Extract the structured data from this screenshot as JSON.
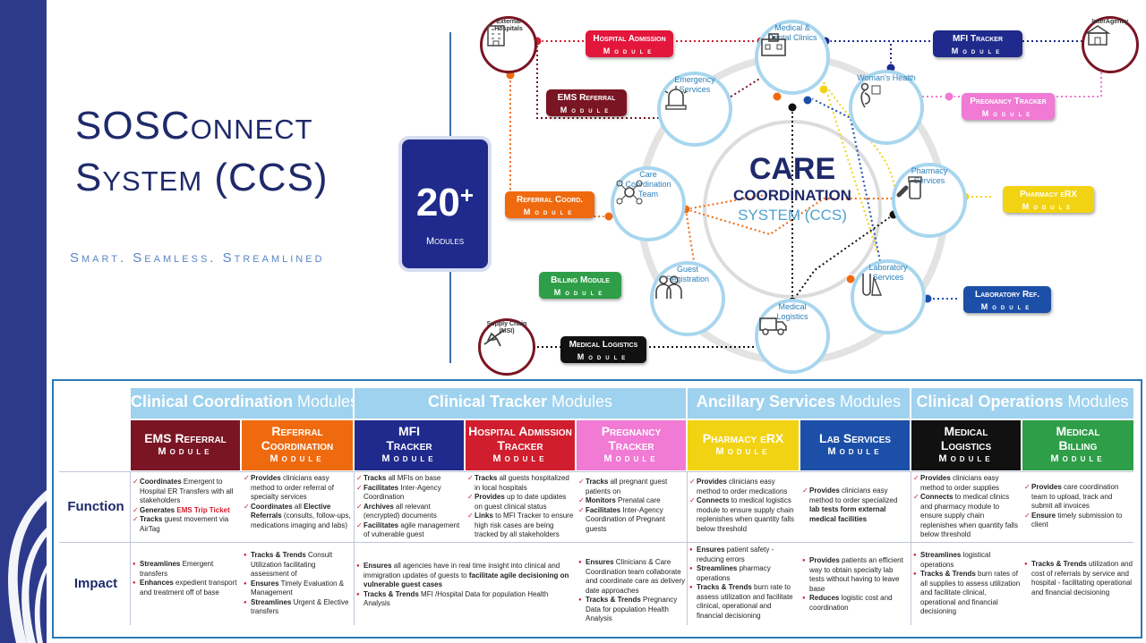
{
  "title": {
    "line1": "SOSConnect",
    "line2": "System (CCS)"
  },
  "tagline": "Smart. Seamless. Streamlined",
  "badge": {
    "number": "20",
    "plus": "+",
    "label": "Modules"
  },
  "hub": {
    "line1": "CARE",
    "line2": "COORDINATION",
    "line3": "SYSTEM (CCS)"
  },
  "nodes": {
    "medical_dental": "Medical & Dental Clinics",
    "womens_health": "Woman's Health",
    "pharmacy": "Pharmacy Services",
    "laboratory": "Laboratory Services",
    "medical_logistics": "Medical Logistics",
    "guest_registration": "Guest Registration",
    "care_team": "Care Coordination Team",
    "emergency": "Emergency Services"
  },
  "external": {
    "hospitals": "External Hospitals",
    "interagency": "InterAgency",
    "supply_chain": "Supply Chain (MSI)"
  },
  "tags": {
    "hospital_admission": {
      "name": "Hospital Admission",
      "sub": "Module"
    },
    "mfi_tracker": {
      "name": "MFI Tracker",
      "sub": "Module"
    },
    "ems_referral": {
      "name": "EMS Referral",
      "sub": "Module"
    },
    "pregnancy_tracker": {
      "name": "Pregnancy Tracker",
      "sub": "Module"
    },
    "referral_coord": {
      "name": "Referral Coord.",
      "sub": "Module"
    },
    "pharmacy_erx": {
      "name": "Pharmacy eRX",
      "sub": "Module"
    },
    "billing": {
      "name": "Billing Module",
      "sub": "Module"
    },
    "laboratory_ref": {
      "name": "Laboratory Ref.",
      "sub": "Module"
    },
    "medical_logistics": {
      "name": "Medical Logistics",
      "sub": "Module"
    }
  },
  "colors": {
    "navy": "#1f2a8c",
    "dark_red": "#7a1523",
    "red": "#e3163b",
    "orange": "#ef6a0f",
    "pink": "#f07ad4",
    "yellow": "#f2d314",
    "blue": "#1c4fa8",
    "green": "#2e9e48",
    "black": "#111111",
    "light_blue": "#9fd2ee"
  },
  "table": {
    "groups": [
      {
        "bold": "Clinical Coordination",
        "rest": " Modules"
      },
      {
        "bold": "Clinical Tracker",
        "rest": " Modules"
      },
      {
        "bold": "Ancillary Services",
        "rest": " Modules"
      },
      {
        "bold": "Clinical Operations",
        "rest": " Modules"
      }
    ],
    "modules": [
      {
        "name": "EMS Referral",
        "sub": "Module"
      },
      {
        "name": "Referral Coordination",
        "sub": "Module"
      },
      {
        "name": "MFI Tracker",
        "sub": "Module"
      },
      {
        "name": "Hospital Admission Tracker",
        "sub": "Module"
      },
      {
        "name": "Pregnancy Tracker",
        "sub": "Module"
      },
      {
        "name": "Pharmacy eRX",
        "sub": "Module"
      },
      {
        "name": "Lab Services",
        "sub": "Module"
      },
      {
        "name": "Medical Logistics",
        "sub": "Module"
      },
      {
        "name": "Medical Billing",
        "sub": "Module"
      }
    ],
    "row_labels": {
      "function": "Function",
      "impact": "Impact"
    },
    "function": {
      "ems": [
        {
          "b": "Coordinates",
          "t": " Emergent to Hospital ER Transfers with all stakeholders"
        },
        {
          "b": "Generates ",
          "r": "EMS Trip Ticket",
          "t": ""
        },
        {
          "b": "Tracks",
          "t": " guest movement via AirTag"
        }
      ],
      "referral": [
        {
          "b": "Provides",
          "t": " clinicians easy method to order referral of specialty services"
        },
        {
          "b": "Coordinates",
          "t": " all ",
          "b2": "Elective Referrals",
          "t2": " (consults, follow-ups, medications imaging and labs)"
        }
      ],
      "mfi": [
        {
          "b": "Tracks",
          "t": " all MFIs on base"
        },
        {
          "b": "Facilitates",
          "t": " Inter-Agency Coordination"
        },
        {
          "b": "Archives",
          "t": " all relevant (encrypted) documents"
        },
        {
          "b": "Facilitates",
          "t": " agile management of vulnerable guest"
        }
      ],
      "hospital": [
        {
          "b": "Tracks",
          "t": " all guests hospitalized in local hospitals"
        },
        {
          "b": "Provides",
          "t": " up to date updates on guest clinical status"
        },
        {
          "b": "Links",
          "t": " to MFI Tracker to ensure high risk cases are being tracked by all stakeholders"
        }
      ],
      "pregnancy": [
        {
          "b": "Tracks",
          "t": " all pregnant guest patients on"
        },
        {
          "b": "Monitors",
          "t": " Prenatal care"
        },
        {
          "b": "Facilitates",
          "t": " Inter-Agency Coordination of Pregnant guests"
        }
      ],
      "pharmacy": [
        {
          "b": "Provides",
          "t": " clinicians easy method to order medications"
        },
        {
          "b": "Connects",
          "t": " to medical logistics module to ensure supply chain replenishes when quantity falls below threshold"
        }
      ],
      "lab": [
        {
          "b": "Provides",
          "t": " clinicians easy method to order specialized ",
          "b2": "lab tests form external medical facilities",
          "t2": ""
        }
      ],
      "logistics": [
        {
          "b": "Provides",
          "t": " clinicians easy method to order supplies"
        },
        {
          "b": "Connects",
          "t": " to medical clinics and pharmacy module to ensure supply chain replenishes when quantity falls below threshold"
        }
      ],
      "billing": [
        {
          "b": "Provides",
          "t": " care coordination team to upload, track and submit all invoices"
        },
        {
          "b": "Ensure",
          "t": " timely submission to client"
        }
      ]
    },
    "impact": {
      "ems": [
        {
          "b": "Streamlines",
          "t": " Emergent transfers"
        },
        {
          "b": "Enhances",
          "t": " expedient transport and treatment off of base"
        }
      ],
      "referral": [
        {
          "b": "Tracks & Trends",
          "t": " Consult Utilization facilitating assessment of"
        },
        {
          "b": "Ensures",
          "t": " Timely Evaluation & Management"
        },
        {
          "b": "Streamlines",
          "t": " Urgent & Elective transfers"
        }
      ],
      "tracker": [
        {
          "b": "Ensures",
          "t": " all agencies have in real time insight into clinical and immigration updates of guests to ",
          "b2": "facilitate agile decisioning on vulnerable guest cases",
          "t2": ""
        },
        {
          "b": "Tracks & Trends",
          "t": " MFI /Hospital Data for population Health Analysis"
        }
      ],
      "pregnancy": [
        {
          "b": "Ensures",
          "t": " Clinicians & Care Coordination team collaborate and coordinate care as delivery date approaches"
        },
        {
          "b": "Tracks & Trends",
          "t": " Pregnancy Data for population Health Analysis"
        }
      ],
      "pharmacy": [
        {
          "b": "Ensures",
          "t": " patient safety - reducing errors"
        },
        {
          "b": "Streamlines",
          "t": " pharmacy operations"
        },
        {
          "b": "Tracks & Trends",
          "t": " burn rate to assess utilization and facilitate clinical, operational and financial decisioning"
        }
      ],
      "lab": [
        {
          "b": "Provides",
          "t": " patients an efficient way to obtain specialty lab tests without having to leave base"
        },
        {
          "b": "Reduces",
          "t": " logistic cost and coordination"
        }
      ],
      "logistics": [
        {
          "b": "Streamlines",
          "t": " logistical operations"
        },
        {
          "b": "Tracks & Trends",
          "t": " burn rates of all supplies to assess utilization and facilitate clinical, operational and financial decisioning"
        }
      ],
      "billing": [
        {
          "b": "Tracks & Trends",
          "t": " utilization and cost of referrals by service and hospital - facilitating operational and financial decisioning"
        }
      ]
    }
  }
}
